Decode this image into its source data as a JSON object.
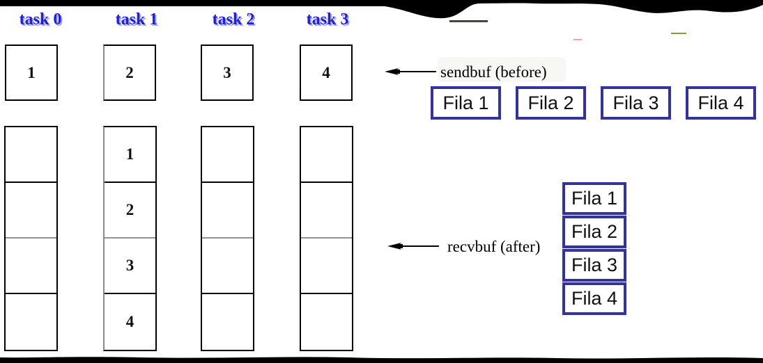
{
  "diagram": {
    "title_hint": "MPI gather send/receive buffers",
    "tasks": [
      {
        "label": "task 0",
        "sendbuf_value": "1",
        "recvbuf_values": [
          "",
          "",
          "",
          ""
        ]
      },
      {
        "label": "task 1",
        "sendbuf_value": "2",
        "recvbuf_values": [
          "1",
          "2",
          "3",
          "4"
        ]
      },
      {
        "label": "task 2",
        "sendbuf_value": "3",
        "recvbuf_values": [
          "",
          "",
          "",
          ""
        ]
      },
      {
        "label": "task 3",
        "sendbuf_value": "4",
        "recvbuf_values": [
          "",
          "",
          "",
          ""
        ]
      }
    ],
    "sendbuf_label": "sendbuf (before)",
    "recvbuf_label": "recvbuf (after)",
    "fila_row": [
      "Fila 1",
      "Fila 2",
      "Fila 3",
      "Fila 4"
    ],
    "fila_stack": [
      "Fila 1",
      "Fila 2",
      "Fila 3",
      "Fila 4"
    ],
    "colors": {
      "task_label": "#2121cd",
      "task_label_shadow": "#9aa3e6",
      "fila_border": "#333399",
      "box_border": "#000000",
      "divider_gray": "#919191",
      "bar_black": "#000000"
    }
  }
}
